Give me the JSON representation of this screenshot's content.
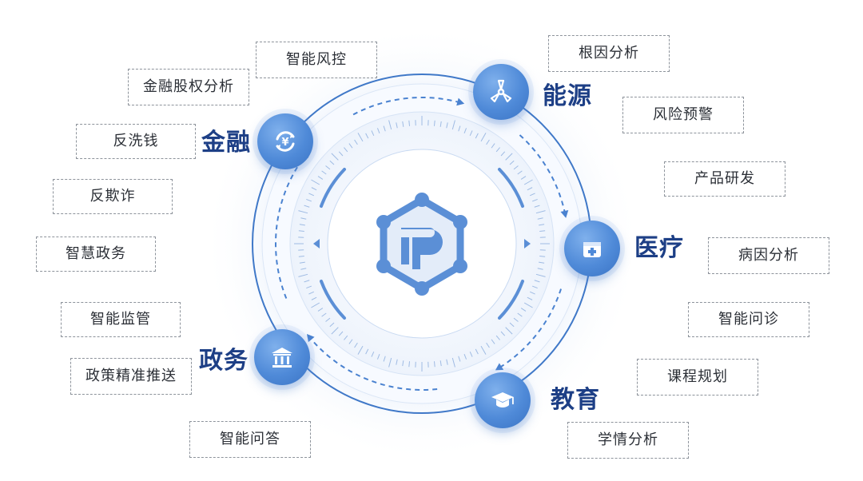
{
  "hub": {
    "logo": "tp-hexagon-logo"
  },
  "domains": [
    {
      "id": "finance",
      "label": "金融",
      "icon": "yuen-refresh-icon"
    },
    {
      "id": "energy",
      "label": "能源",
      "icon": "wind-turbine-icon"
    },
    {
      "id": "medical",
      "label": "医疗",
      "icon": "medical-kit-icon"
    },
    {
      "id": "education",
      "label": "教育",
      "icon": "graduation-cap-icon"
    },
    {
      "id": "government",
      "label": "政务",
      "icon": "government-building-icon"
    }
  ],
  "tags": [
    "智能风控",
    "金融股权分析",
    "反洗钱",
    "反欺诈",
    "智慧政务",
    "智能监管",
    "政策精准推送",
    "智能问答",
    "根因分析",
    "风险预警",
    "产品研发",
    "病因分析",
    "智能问诊",
    "课程规划",
    "学情分析"
  ],
  "colors": {
    "accent": "#4f8ad8",
    "label": "#1d3f86",
    "ring": "#3f78c8",
    "halo": "#eaf1fb"
  }
}
